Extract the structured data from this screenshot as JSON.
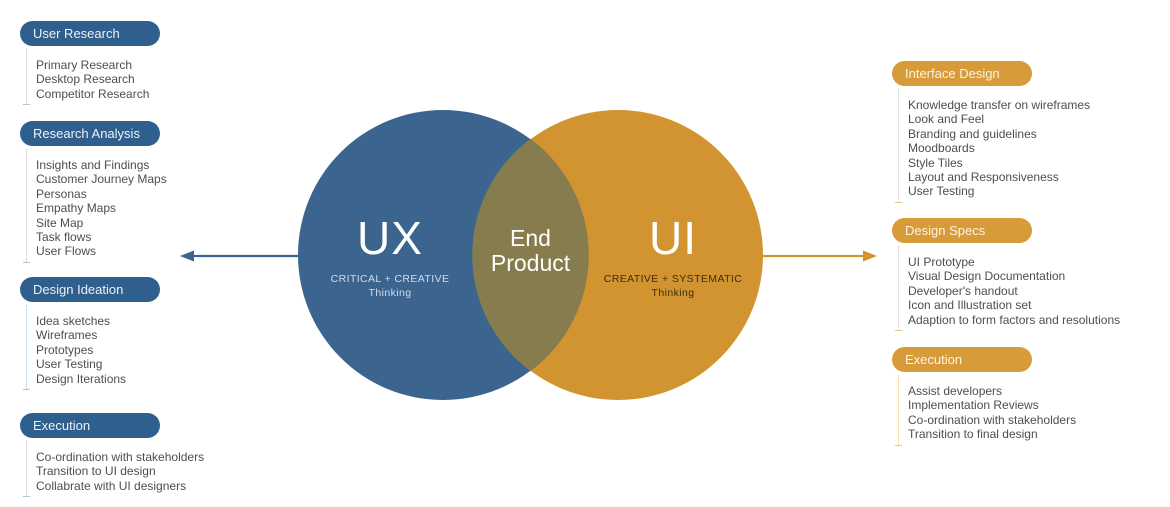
{
  "diagram": {
    "left": {
      "sections": [
        {
          "label": "User Research",
          "items": [
            "Primary Research",
            "Desktop Research",
            "Competitor Research"
          ]
        },
        {
          "label": "Research Analysis",
          "items": [
            "Insights and Findings",
            "Customer Journey Maps",
            "Personas",
            "Empathy Maps",
            "Site Map",
            "Task flows",
            "User Flows"
          ]
        },
        {
          "label": "Design Ideation",
          "items": [
            "Idea sketches",
            "Wireframes",
            "Prototypes",
            "User Testing",
            "Design Iterations"
          ]
        },
        {
          "label": "Execution",
          "items": [
            "Co-ordination with stakeholders",
            "Transition to UI design",
            "Collabrate with UI designers"
          ]
        }
      ]
    },
    "right": {
      "sections": [
        {
          "label": "Interface Design",
          "items": [
            "Knowledge transfer on wireframes",
            "Look and Feel",
            "Branding and guidelines",
            "Moodboards",
            "Style Tiles",
            "Layout and Responsiveness",
            "User Testing"
          ]
        },
        {
          "label": "Design Specs",
          "items": [
            "UI Prototype",
            "Visual Design Documentation",
            "Developer's handout",
            "Icon and Illustration set",
            "Adaption to form factors and resolutions"
          ]
        },
        {
          "label": "Execution",
          "items": [
            "Assist developers",
            "Implementation Reviews",
            "Co-ordination with stakeholders",
            "Transition to final design"
          ]
        }
      ]
    },
    "venn": {
      "ux": {
        "title": "UX",
        "subtitle": "CRITICAL + CREATIVE",
        "subtitle2": "Thinking"
      },
      "ui": {
        "title": "UI",
        "subtitle": "CREATIVE + SYSTEMATIC",
        "subtitle2": "Thinking"
      },
      "overlap": {
        "line1": "End",
        "line2": "Product"
      }
    },
    "colors": {
      "ux_circle_blue": "#3b648f",
      "ui_circle_orange": "#d29431",
      "overlap_olive": "#877c4e",
      "pill_blue": "#2f5f8c",
      "pill_orange": "#d79b3a",
      "connector_blue": "#aac6de",
      "connector_orange": "#e9c68c",
      "item_text": "#4e4e4e"
    }
  }
}
